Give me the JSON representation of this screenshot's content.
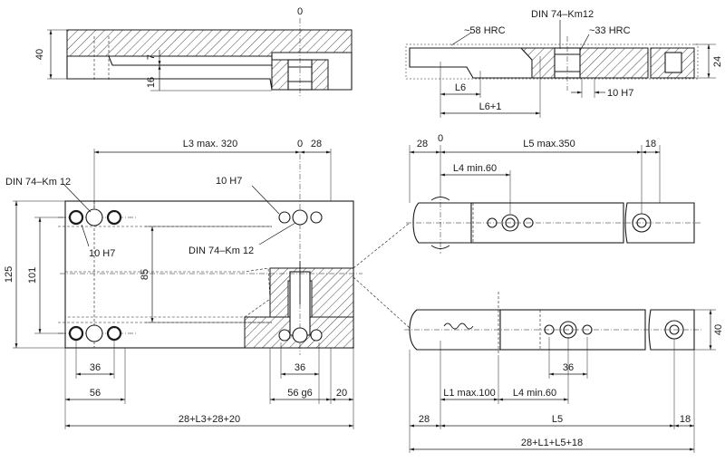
{
  "labels": {
    "zero_top": "0",
    "height_40_top": "40",
    "dim_7": "7",
    "dim_16": "16",
    "din_top_right": "DIN 74–Km12",
    "hrc_58": "~58 HRC",
    "hrc_33": "~33 HRC",
    "height_24": "24",
    "dim_L6": "L6",
    "dim_L6_plus_1": "L6+1",
    "dim_10h7_right": "10 H7",
    "dim_L3max": "L3 max. 320",
    "zero_mid": "0",
    "dim_28_mid": "28",
    "din_left": "DIN 74–Km 12",
    "dim_10h7_top": "10 H7",
    "dim_10h7_left": "10 H7",
    "din_mid": "DIN 74–Km 12",
    "height_125": "125",
    "height_101": "101",
    "height_85": "85",
    "dim_36_left": "36",
    "dim_56_left": "56",
    "dim_36_mid": "36",
    "dim_56g6": "56 g6",
    "dim_20": "20",
    "total_left": "28+L3+28+20",
    "dim_28_right": "28",
    "zero_right": "0",
    "dim_L5max": "L5 max.350",
    "dim_18_top": "18",
    "dim_L4min_top": "L4 min.60",
    "height_40_right": "40",
    "dim_36_right": "36",
    "dim_L1max": "L1 max.100",
    "dim_L4min_bottom": "L4 min.60",
    "dim_28_bottom": "28",
    "dim_L5": "L5",
    "dim_18_bottom": "18",
    "total_right": "28+L1+L5+18"
  }
}
